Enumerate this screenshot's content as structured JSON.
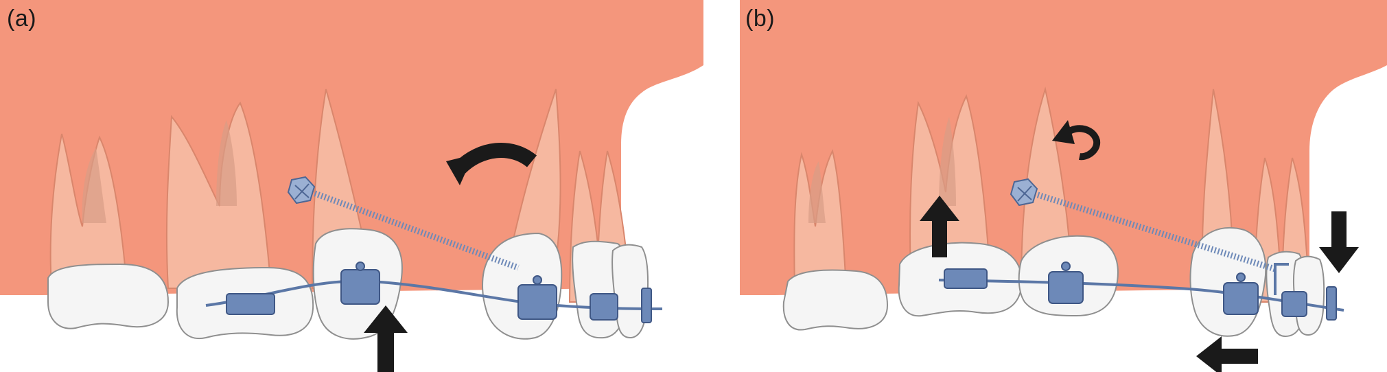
{
  "panels": [
    {
      "id": "a",
      "label": "(a)"
    },
    {
      "id": "b",
      "label": "(b)"
    }
  ],
  "colors": {
    "gingiva": "#f4967c",
    "root": "#f6b8a0",
    "crown": "#f5f5f5",
    "outline": "#8f8f8f",
    "bracket": "#6d89b8",
    "arrow": "#1a1a1a"
  }
}
